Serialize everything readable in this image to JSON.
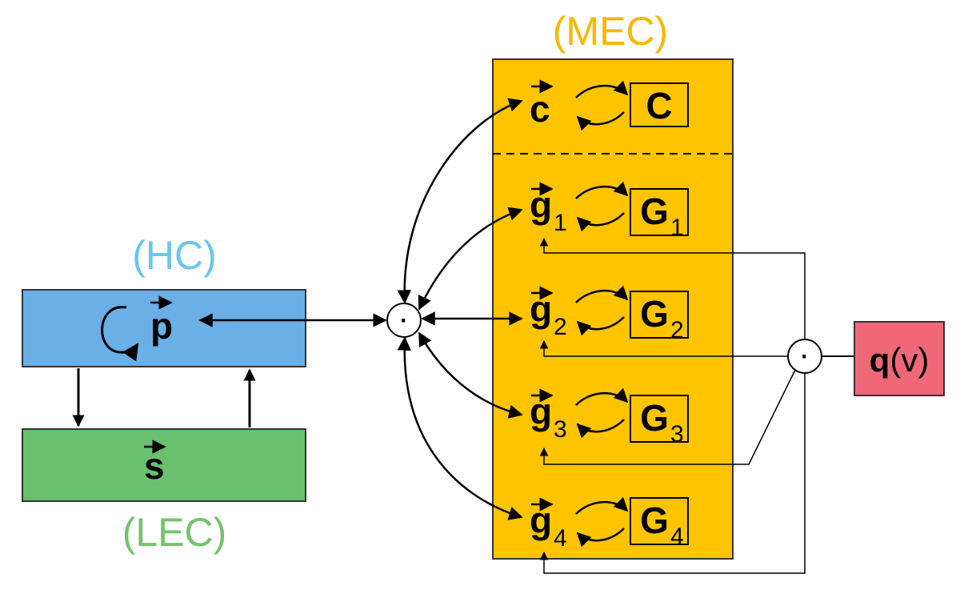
{
  "regions": {
    "hc": {
      "label": "(HC)",
      "color": "#6aafe6"
    },
    "lec": {
      "label": "(LEC)",
      "color": "#69c06e"
    },
    "mec": {
      "label": "(MEC)",
      "color": "#ffc400"
    },
    "q": {
      "color": "#f06878"
    }
  },
  "nodes": {
    "p": "p",
    "s": "s",
    "c": "c",
    "C": "C",
    "g": "g",
    "G": "G",
    "dot": "·",
    "q_bold": "q",
    "q_arg": "(v)"
  },
  "modules": [
    {
      "sub": "1"
    },
    {
      "sub": "2"
    },
    {
      "sub": "3"
    },
    {
      "sub": "4"
    }
  ]
}
